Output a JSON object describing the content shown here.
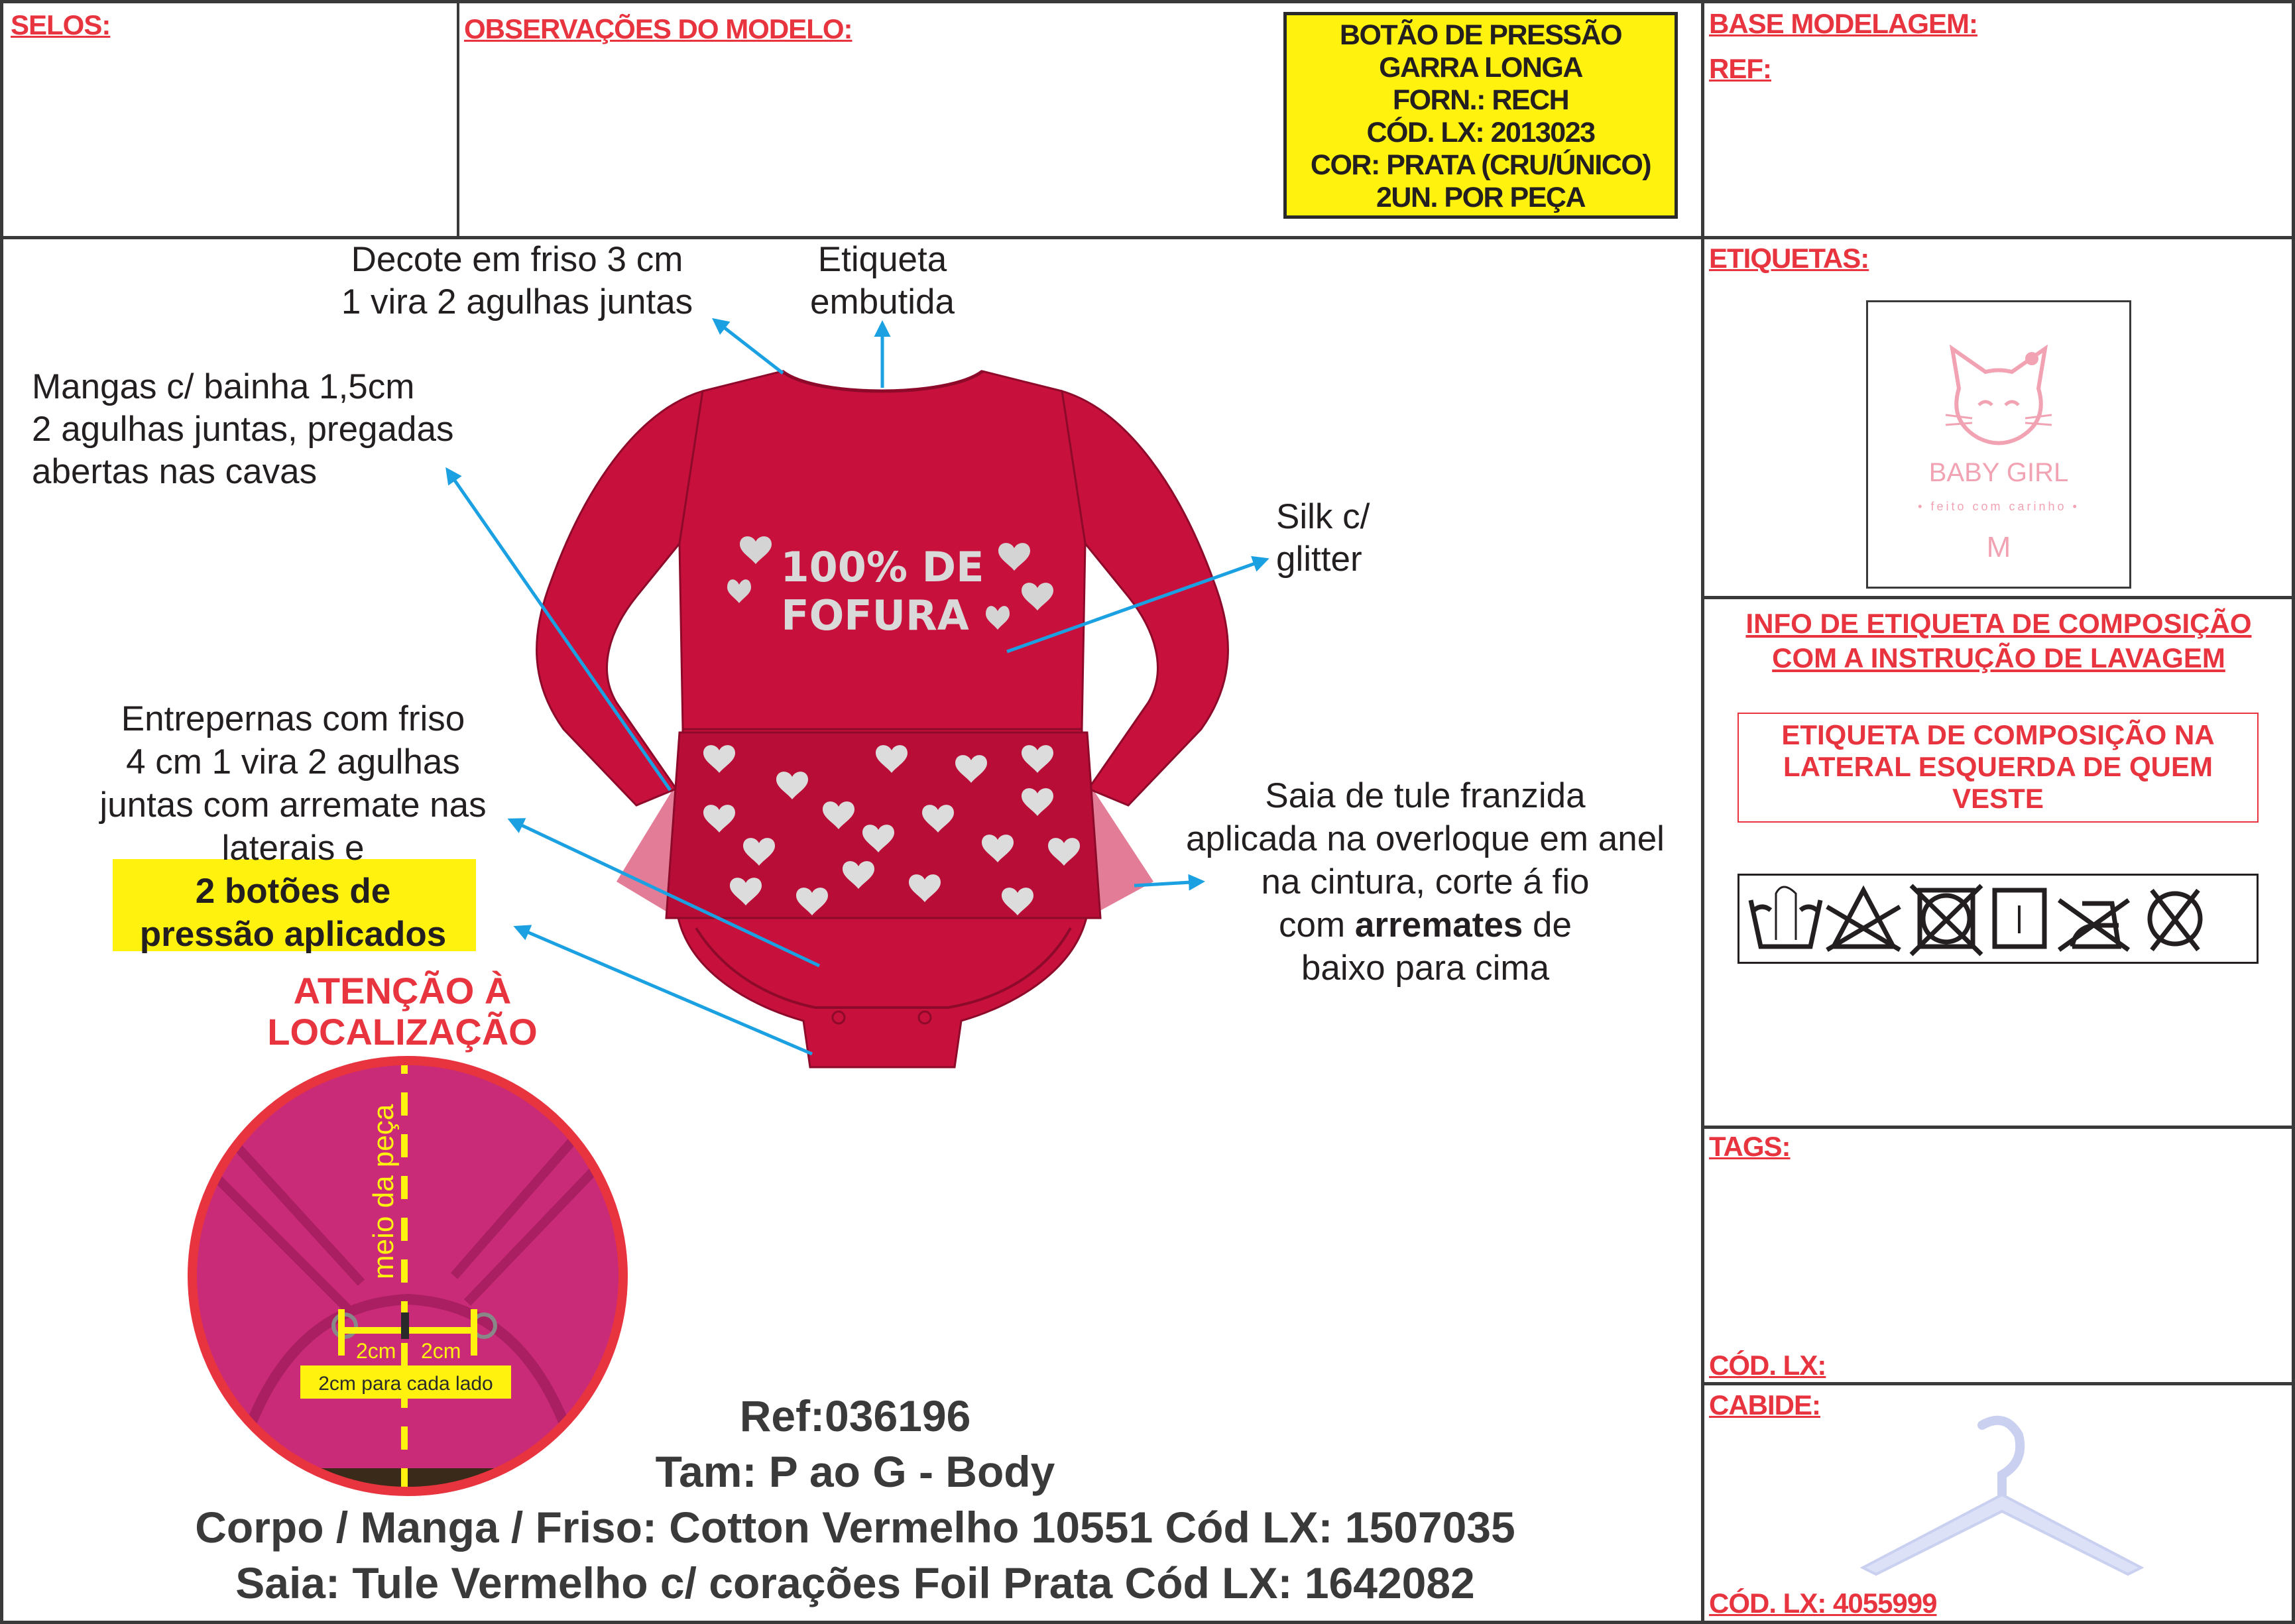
{
  "header": {
    "selos_label": "SELOS:",
    "observacoes_label": "OBSERVAÇÕES DO MODELO:",
    "botao_box": [
      "BOTÃO DE PRESSÃO",
      "GARRA LONGA",
      "FORN.: RECH",
      "CÓD. LX: 2013023",
      "COR: PRATA (CRU/ÚNICO)",
      "2UN. POR PEÇA"
    ],
    "base_modelagem_label": "BASE MODELAGEM:",
    "ref_label": "REF:"
  },
  "annotations": {
    "decote": [
      "Decote em friso 3 cm",
      "1 vira 2 agulhas juntas"
    ],
    "etiqueta": [
      "Etiqueta",
      "embutida"
    ],
    "mangas": [
      "Mangas c/ bainha 1,5cm",
      "2 agulhas juntas, pregadas",
      "abertas nas cavas"
    ],
    "silk": [
      "Silk c/",
      "glitter"
    ],
    "entrepernas": [
      "Entrepernas com friso",
      "4 cm 1 vira 2 agulhas",
      "juntas com arremate nas",
      "laterais e"
    ],
    "botoes": [
      "2 botões de",
      "pressão aplicados"
    ],
    "atencao": [
      "ATENÇÃO À",
      "LOCALIZAÇÃO"
    ],
    "saia": [
      "Saia de tule franzida",
      "aplicada na overloque em anel",
      "na cintura, corte á fio"
    ],
    "saia_line4_pre": "com ",
    "saia_line4_bold": "arremates",
    "saia_line4_post": " de",
    "saia_line5": "baixo para cima"
  },
  "garment": {
    "print": [
      "100% DE",
      "FOFURA"
    ]
  },
  "detail_photo": {
    "center_label": "meio da peça",
    "left_measure": "2cm",
    "right_measure": "2cm",
    "caption": "2cm para cada lado"
  },
  "spec": {
    "ref": "Ref:036196",
    "tam": "Tam: P ao G - Body",
    "corpo": "Corpo / Manga / Friso: Cotton Vermelho 10551 Cód LX: 1507035",
    "saia": "Saia: Tule Vermelho c/ corações Foil Prata Cód LX: 1642082"
  },
  "sidebar": {
    "etiquetas_label": "ETIQUETAS:",
    "label_brand": "BABY GIRL",
    "label_tagline": "• feito com carinho •",
    "label_size": "M",
    "info_heading": [
      "INFO DE ETIQUETA DE COMPOSIÇÃO",
      "COM A INSTRUÇÃO DE LAVAGEM"
    ],
    "composicao_note": [
      "ETIQUETA DE COMPOSIÇÃO NA",
      "LATERAL ESQUERDA DE QUEM",
      "VESTE"
    ],
    "care_symbols": [
      "hand-wash-icon",
      "no-bleach-icon",
      "no-tumble-dry-icon",
      "line-dry-icon",
      "no-iron-icon",
      "no-dry-clean-icon"
    ],
    "tags_label": "TAGS:",
    "tags_cod_label": "CÓD. LX:",
    "cabide_label": "CABIDE:",
    "cabide_cod": "CÓD. LX: 4055999"
  },
  "colors": {
    "red": "#e8343f",
    "yellow": "#fff20f",
    "garment": "#c8103c",
    "arrow": "#1ba1e2",
    "photo": "#c92b78"
  }
}
